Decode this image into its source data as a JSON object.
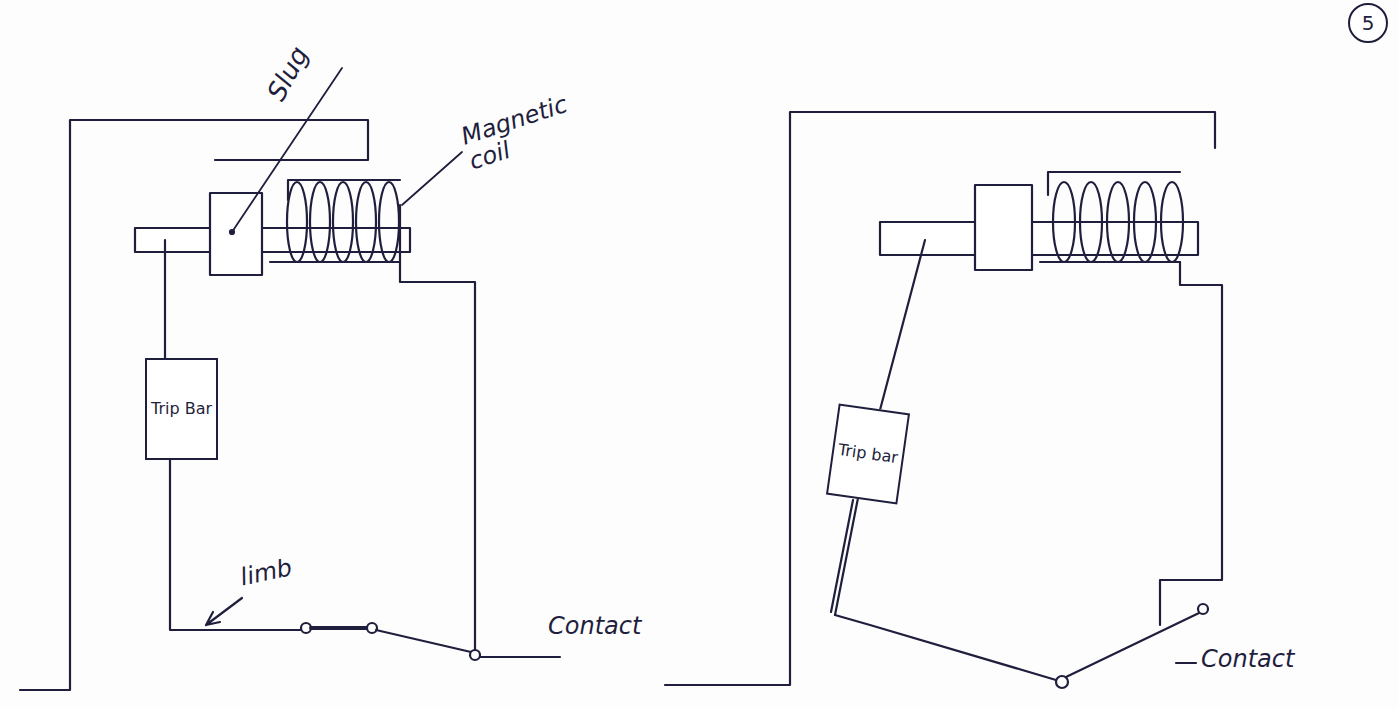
{
  "diagram": {
    "nodes": [
      {
        "text": [
          "Trip Bar"
        ]
      },
      {
        "text": [
          "Trip bar"
        ]
      },
      {
        "text": [
          "5"
        ]
      }
    ],
    "labels": [
      "Slug",
      "Magnetic coil",
      "limb",
      "Contact",
      "Contact"
    ]
  }
}
